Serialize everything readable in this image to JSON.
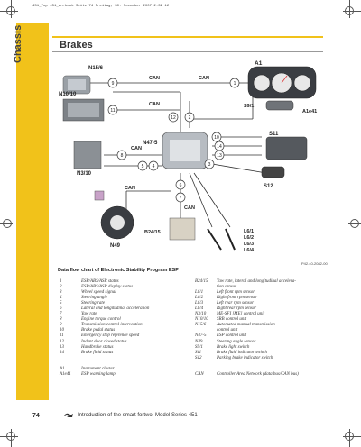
{
  "running_header": "451_Top 451_en.book  Seite 74  Freitag, 30. November 2007  2:39 12",
  "side_tab": "Chassis",
  "page_title": "Brakes",
  "figure_ref": "P42.40-2082-00",
  "diagram": {
    "components": {
      "n15_6": "N15/6",
      "a1": "A1",
      "n10_10": "N10/10",
      "s9_1": "S9/1",
      "a1e41": "A1e41",
      "n47_5": "N47-5",
      "s11": "S11",
      "n3_10": "N3/10",
      "s12": "S12",
      "b24_15": "B24/15",
      "n49": "N49",
      "l6": [
        "L6/1",
        "L6/2",
        "L6/3",
        "L6/4"
      ]
    },
    "can_labels": [
      "CAN",
      "CAN",
      "CAN",
      "CAN",
      "CAN",
      "CAN"
    ],
    "callouts": [
      "1",
      "9",
      "11",
      "12",
      "2",
      "10",
      "14",
      "13",
      "8",
      "5",
      "4",
      "3",
      "6",
      "7"
    ]
  },
  "caption": "Data flow chart of Electronic Stability Program ESP",
  "legend": [
    {
      "lc": "1",
      "lt": "ESP/ABS/ASR status",
      "rc": "B24/15",
      "rt": "Yaw rate, lateral and longitudinal accelera-"
    },
    {
      "lc": "2",
      "lt": "ESP/ABS/ASR display status",
      "rc": "",
      "rt": "tion sensor"
    },
    {
      "lc": "3",
      "lt": "Wheel speed signal",
      "rc": "L6/1",
      "rt": "Left front rpm sensor"
    },
    {
      "lc": "4",
      "lt": "Steering angle",
      "rc": "L6/2",
      "rt": "Right front rpm sensor"
    },
    {
      "lc": "5",
      "lt": "Steering rate",
      "rc": "L6/3",
      "rt": "Left rear rpm sensor"
    },
    {
      "lc": "6",
      "lt": "Lateral and longitudinal acceleration",
      "rc": "L6/4",
      "rt": "Right rear rpm sensor"
    },
    {
      "lc": "7",
      "lt": "Yaw rate",
      "rc": "N3/10",
      "rt": "ME-SFI [ME] control unit"
    },
    {
      "lc": "8",
      "lt": "Engine torque control",
      "rc": "N10/10",
      "rt": "SRB control unit"
    },
    {
      "lc": "9",
      "lt": "Transmission control intervention",
      "rc": "N15/6",
      "rt": "Automated manual transmission"
    },
    {
      "lc": "10",
      "lt": "Brake pedal status",
      "rc": "",
      "rt": "control unit"
    },
    {
      "lc": "11",
      "lt": "Emergency stop reference speed",
      "rc": "N47-5",
      "rt": "ESP control unit"
    },
    {
      "lc": "12",
      "lt": "Indent door closed status",
      "rc": "N49",
      "rt": "Steering angle sensor"
    },
    {
      "lc": "13",
      "lt": "Handbrake status",
      "rc": "S9/1",
      "rt": "Brake light switch"
    },
    {
      "lc": "14",
      "lt": "Brake fluid status",
      "rc": "S11",
      "rt": "Brake fluid indicator switch"
    },
    {
      "lc": "",
      "lt": "",
      "rc": "S12",
      "rt": "Parking brake indicator switch"
    },
    {
      "lc": "",
      "lt": "",
      "rc": "",
      "rt": ""
    },
    {
      "lc": "A1",
      "lt": "Instrument cluster",
      "rc": "",
      "rt": ""
    },
    {
      "lc": "A1e41",
      "lt": "ESP warning lamp",
      "rc": "CAN",
      "rt": "Controller Area Network (data bus/CAN bus)"
    }
  ],
  "footer": {
    "page_number": "74",
    "text": "Introduction of the smart fortwo, Model Series 451"
  },
  "colors": {
    "accent_yellow": "#f1c21a",
    "callout_ring": "#333333"
  }
}
